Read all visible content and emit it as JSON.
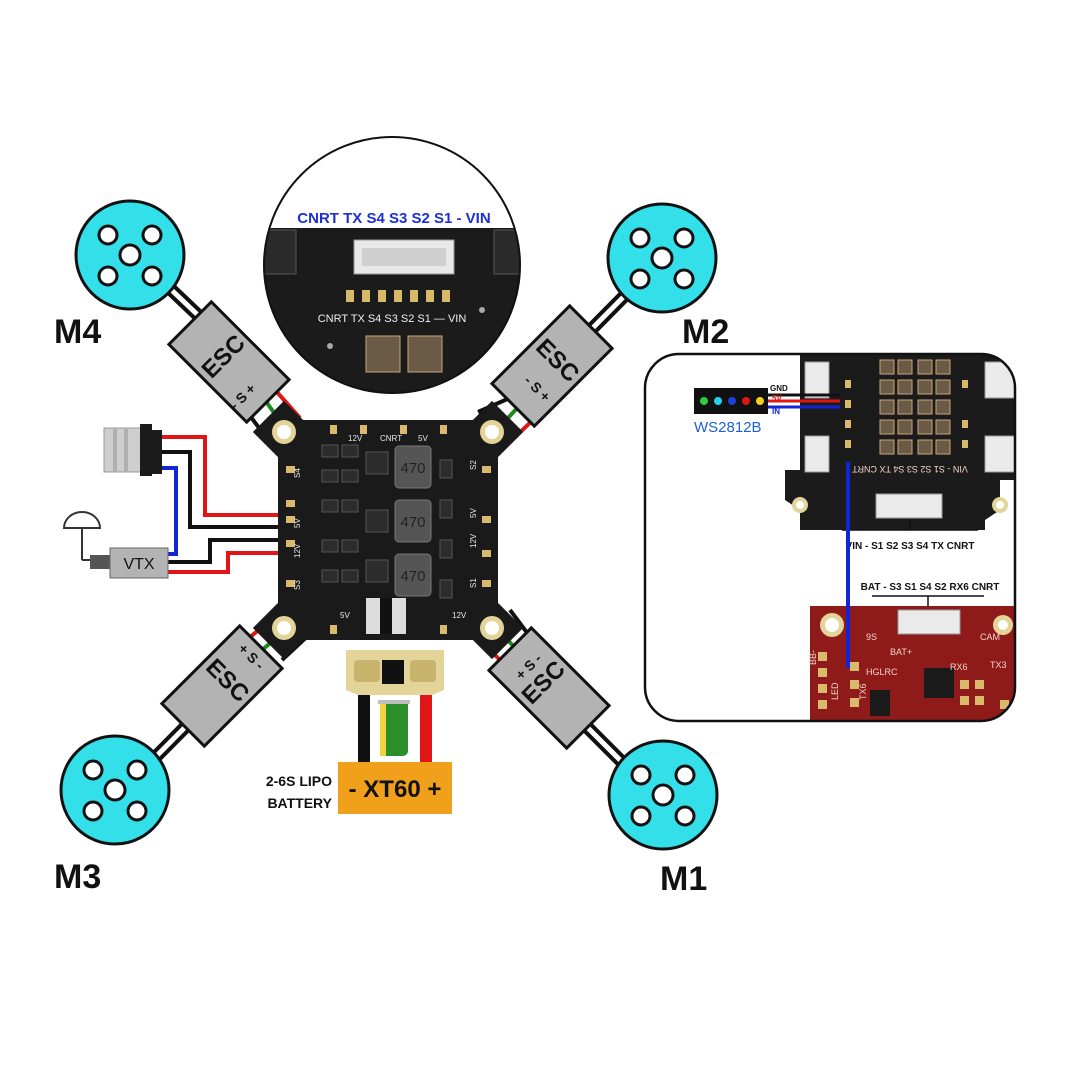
{
  "motors": {
    "m1": "M1",
    "m2": "M2",
    "m3": "M3",
    "m4": "M4"
  },
  "esc": {
    "label": "ESC",
    "pins_m4": "- S +",
    "pins_m2": "- S +",
    "pins_m3": "+ S -",
    "pins_m1": "+ S -"
  },
  "vtx": {
    "label": "VTX"
  },
  "battery": {
    "label_line1": "2-6S LIPO",
    "label_line2": "BATTERY",
    "connector": "- XT60 +"
  },
  "board": {
    "silk_12v_top": "12V",
    "silk_cnrt": "CNRT",
    "silk_5v_top": "5V",
    "silk_s4": "S4",
    "silk_s2": "S2",
    "silk_s3": "S3",
    "silk_s1": "S1",
    "silk_5v_left": "5V",
    "silk_12v_left": "12V",
    "silk_5v_right": "5V",
    "silk_12v_right": "12V",
    "silk_5v_bottom": "5V",
    "silk_12v_bottom": "12V",
    "inductor": "470"
  },
  "zoom": {
    "header": "CNRT TX S4 S3 S2 S1 - VIN",
    "silk": "CNRT TX S4 S3 S2 S1 — VIN"
  },
  "inset": {
    "gnd": "GND",
    "v5": "5V",
    "in": "IN",
    "ws_label": "WS2812B",
    "esc_silk": "VIN - S1 S2 S3 S4 TX CNRT",
    "esc_connector": "VIN - S1 S2 S3 S4 TX CNRT",
    "fc_connector": "BAT - S3 S1 S4 S2 RX6 CNRT",
    "fc_brand": "HGLRC",
    "fc_silk_led": "LED",
    "fc_silk_bb": "BB-",
    "fc_silk_tx": "TX6",
    "fc_silk_rx": "RX6",
    "fc_silk_tx3": "TX3",
    "fc_silk_cam": "CAM",
    "fc_silk_bat": "BAT+",
    "fc_silk_9s": "9S"
  },
  "colors": {
    "motor": "#33dfe8",
    "wire_red": "#e01616",
    "wire_black": "#111111",
    "wire_blue": "#1226d8",
    "wire_green": "#1c8a1c",
    "esc_body": "#b3b3b3",
    "board": "#1a1a1a",
    "xt60": "#f0a01a",
    "fc_red": "#8e1a1a"
  }
}
